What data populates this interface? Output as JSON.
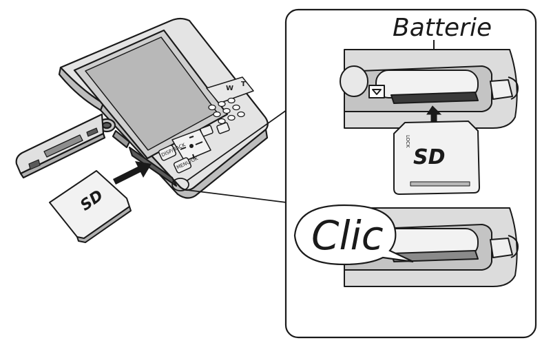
{
  "labels": {
    "battery": "Batterie",
    "click": "Clic"
  },
  "camera_buttons": {
    "zoom_wide": "W",
    "zoom_tele": "T",
    "disp_back": "DISP/BACK",
    "menu_ok": "MENU/OK"
  },
  "card_text": {
    "logo": "SD",
    "lock": "LOCK"
  },
  "colors": {
    "line": "#1a1a1a",
    "body_fill": "#d9d9d9",
    "dark_fill": "#5a5a5a",
    "background": "#ffffff"
  }
}
